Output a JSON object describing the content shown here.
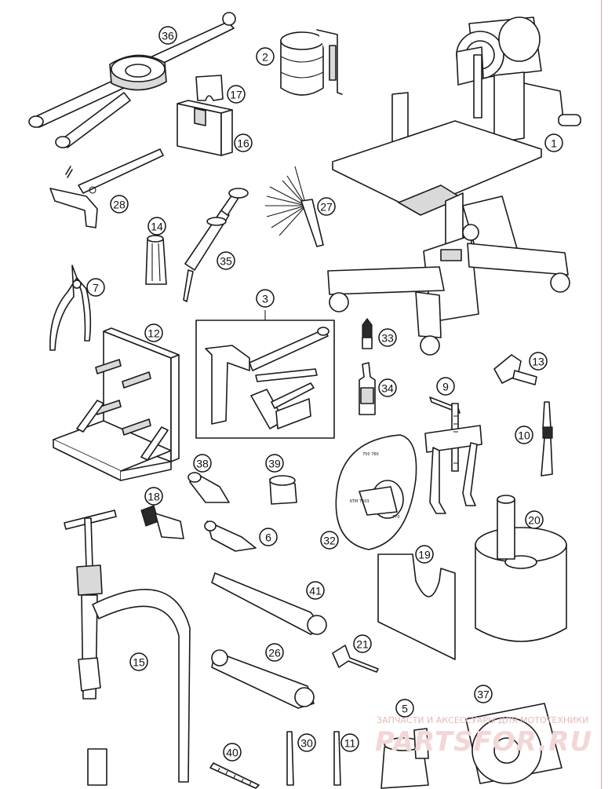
{
  "diagram": {
    "type": "exploded-parts-view",
    "callouts": [
      "1",
      "2",
      "3",
      "5",
      "6",
      "7",
      "9",
      "10",
      "11",
      "12",
      "13",
      "14",
      "15",
      "16",
      "17",
      "18",
      "19",
      "20",
      "21",
      "26",
      "27",
      "28",
      "30",
      "32",
      "33",
      "34",
      "35",
      "36",
      "37",
      "38",
      "39",
      "40",
      "41"
    ]
  },
  "watermark": {
    "line1": "ЗАПЧАСТИ И АКСЕССУАРЫ ДЛЯ МОТОТЕХНИКИ",
    "line2": "PARTSFOR.RU"
  },
  "colors": {
    "line": "#1a1a1a",
    "shade": "#d9d9d9",
    "watermark": "#e6b9b9"
  }
}
